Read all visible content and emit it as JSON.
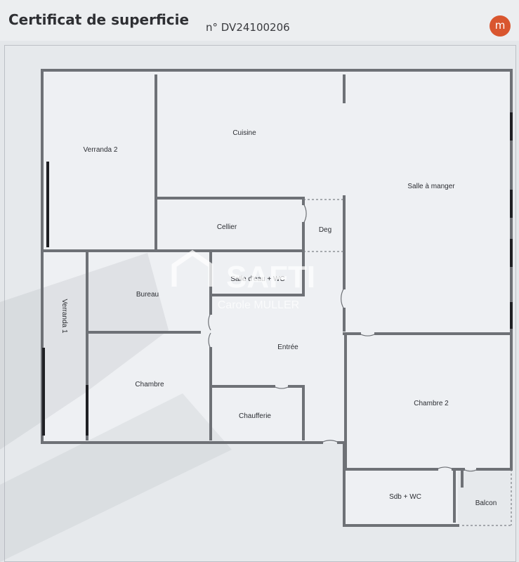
{
  "header": {
    "title": "Certificat de superficie",
    "number": "n° DV24100206",
    "logo": "m"
  },
  "rooms": {
    "verranda2": "Verranda 2",
    "cuisine": "Cuisine",
    "salle_a_manger": "Salle à manger",
    "cellier": "Cellier",
    "deg": "Deg",
    "salle_eau": "Salle d'eau + WC",
    "bureau": "Bureau",
    "verranda1": "Verranda 1",
    "entree": "Entrée",
    "chambre": "Chambre",
    "chambre2": "Chambre 2",
    "chaufferie": "Chaufferie",
    "sdb_wc": "Sdb + WC",
    "balcon": "Balcon"
  },
  "watermark": {
    "brand": "SAFTI",
    "agent": "Carole MULLER"
  },
  "colors": {
    "wall": "#6e7176",
    "window": "#1f2024",
    "paper": "#eef0f3",
    "logo": "#d9562f"
  }
}
